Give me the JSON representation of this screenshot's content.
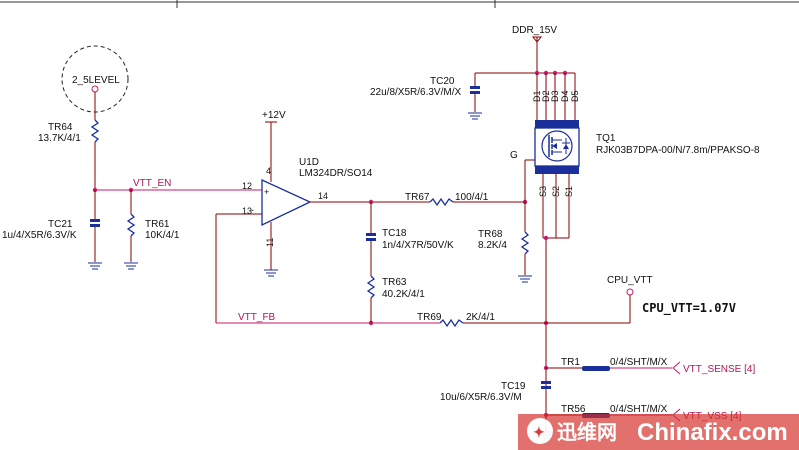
{
  "nets": {
    "ddr_15v": "DDR_15V",
    "v12": "+12V",
    "vtt_en": "VTT_EN",
    "vtt_fb": "VTT_FB",
    "cpu_vtt": "CPU_VTT",
    "cpu_vtt_value": "CPU_VTT=1.07V",
    "level": "2_5LEVEL",
    "vtt_sense": "VTT_SENSE  [4]",
    "vtt_vss": "VTT_VSS  [4]"
  },
  "components": {
    "tr64": {
      "ref": "TR64",
      "value": "13.7K/4/1"
    },
    "tc21": {
      "ref": "TC21",
      "value": "1u/4/X5R/6.3V/K"
    },
    "tr61": {
      "ref": "TR61",
      "value": "10K/4/1"
    },
    "u1d": {
      "ref": "U1D",
      "value": "LM324DR/SO14",
      "pins": [
        "4",
        "12",
        "13",
        "14",
        "11"
      ]
    },
    "tr67": {
      "ref": "TR67",
      "value": "100/4/1"
    },
    "tc18": {
      "ref": "TC18",
      "value": "1n/4/X7R/50V/K"
    },
    "tr63": {
      "ref": "TR63",
      "value": "40.2K/4/1"
    },
    "tr68": {
      "ref": "TR68",
      "value": "8.2K/4"
    },
    "tc20": {
      "ref": "TC20",
      "value": "22u/8/X5R/6.3V/M/X"
    },
    "tq1": {
      "ref": "TQ1",
      "value": "RJK03B7DPA-00/N/7.8m/PPAKSO-8",
      "drain_pins": [
        "D1",
        "D2",
        "D3",
        "D4",
        "D5"
      ],
      "source_pins": [
        "S3",
        "S2",
        "S1"
      ],
      "gate_pin": "G"
    },
    "tr69": {
      "ref": "TR69",
      "value": "2K/4/1"
    },
    "tr1": {
      "ref": "TR1",
      "value": "0/4/SHT/M/X"
    },
    "tc19": {
      "ref": "TC19",
      "value": "10u/6/X5R/6.3V/M"
    },
    "tr56": {
      "ref": "TR56",
      "value": "0/4/SHT/M/X"
    }
  },
  "watermark": {
    "cn": "迅维网",
    "en": "Chinafix.com"
  },
  "colors": {
    "wire": "#8a0000",
    "net": "#c8186c",
    "component": "#1a2f9c",
    "watermark_red": "#d4302a",
    "watermark_text": "#ffffff"
  }
}
